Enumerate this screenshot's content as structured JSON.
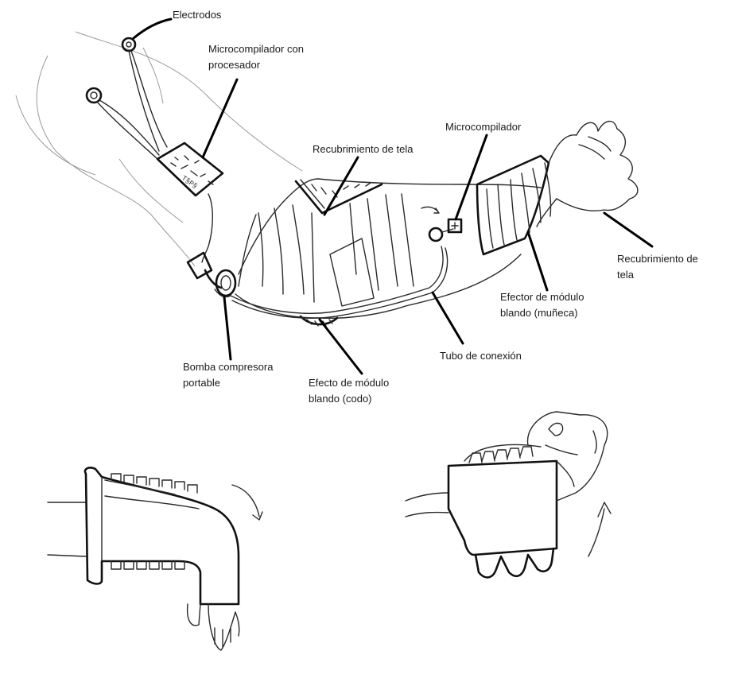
{
  "labels": {
    "electrodes": "Electrodos",
    "processor_line1": "Microcompilador con",
    "processor_line2": "procesador",
    "fabric_elbow": "Recubrimiento de tela",
    "microcompiler": "Microcompilador",
    "fabric_hand_line1": "Recubrimiento de",
    "fabric_hand_line2": "tela",
    "wrist_effector_line1": "Efector de módulo",
    "wrist_effector_line2": "blando (muñeca)",
    "tube": "Tubo de conexión",
    "pump_line1": "Bomba compresora",
    "pump_line2": "portable",
    "elbow_effector_line1": "Efecto de módulo",
    "elbow_effector_line2": "blando (codo)"
  },
  "pcb_text": "T§P§"
}
